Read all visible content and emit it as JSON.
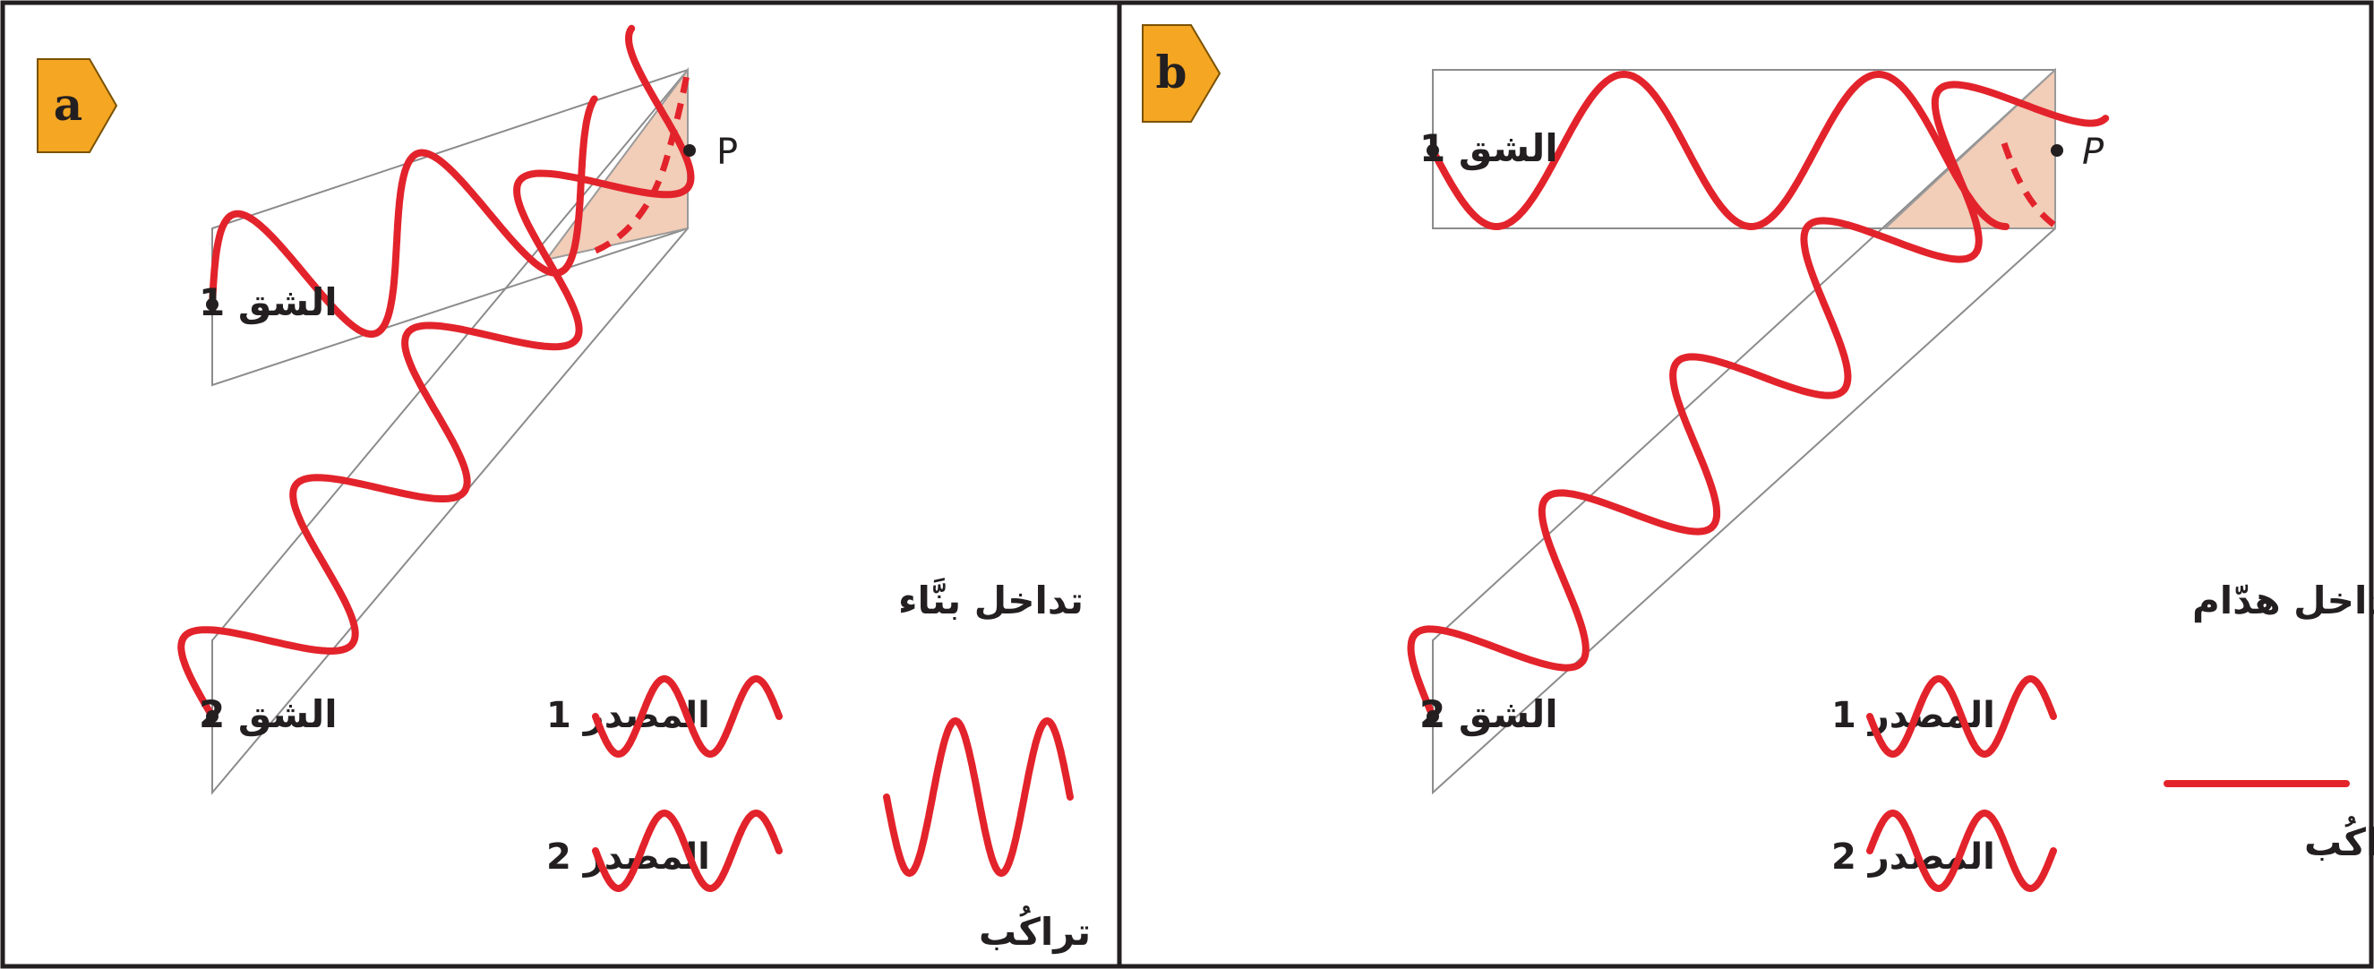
{
  "panel_a": {
    "badge": "a",
    "point_label": "P",
    "slit1": "الشق 1",
    "slit2": "الشق 2",
    "title": "تداخل بنَّاء",
    "source1": "المصدر 1",
    "source2": "المصدر 2",
    "superposition": "تراكُب"
  },
  "panel_b": {
    "badge": "b",
    "point_label": "P",
    "slit1": "الشق 1",
    "slit2": "الشق 2",
    "title": "تداخل هدّام",
    "source1": "المصدر 1",
    "source2": "المصدر 2",
    "superposition": "تراكُب"
  },
  "colors": {
    "wave": "#e3232b",
    "badge": "#f5a623",
    "overlap_fill": "#f2cdb8",
    "frame": "#231f20"
  }
}
